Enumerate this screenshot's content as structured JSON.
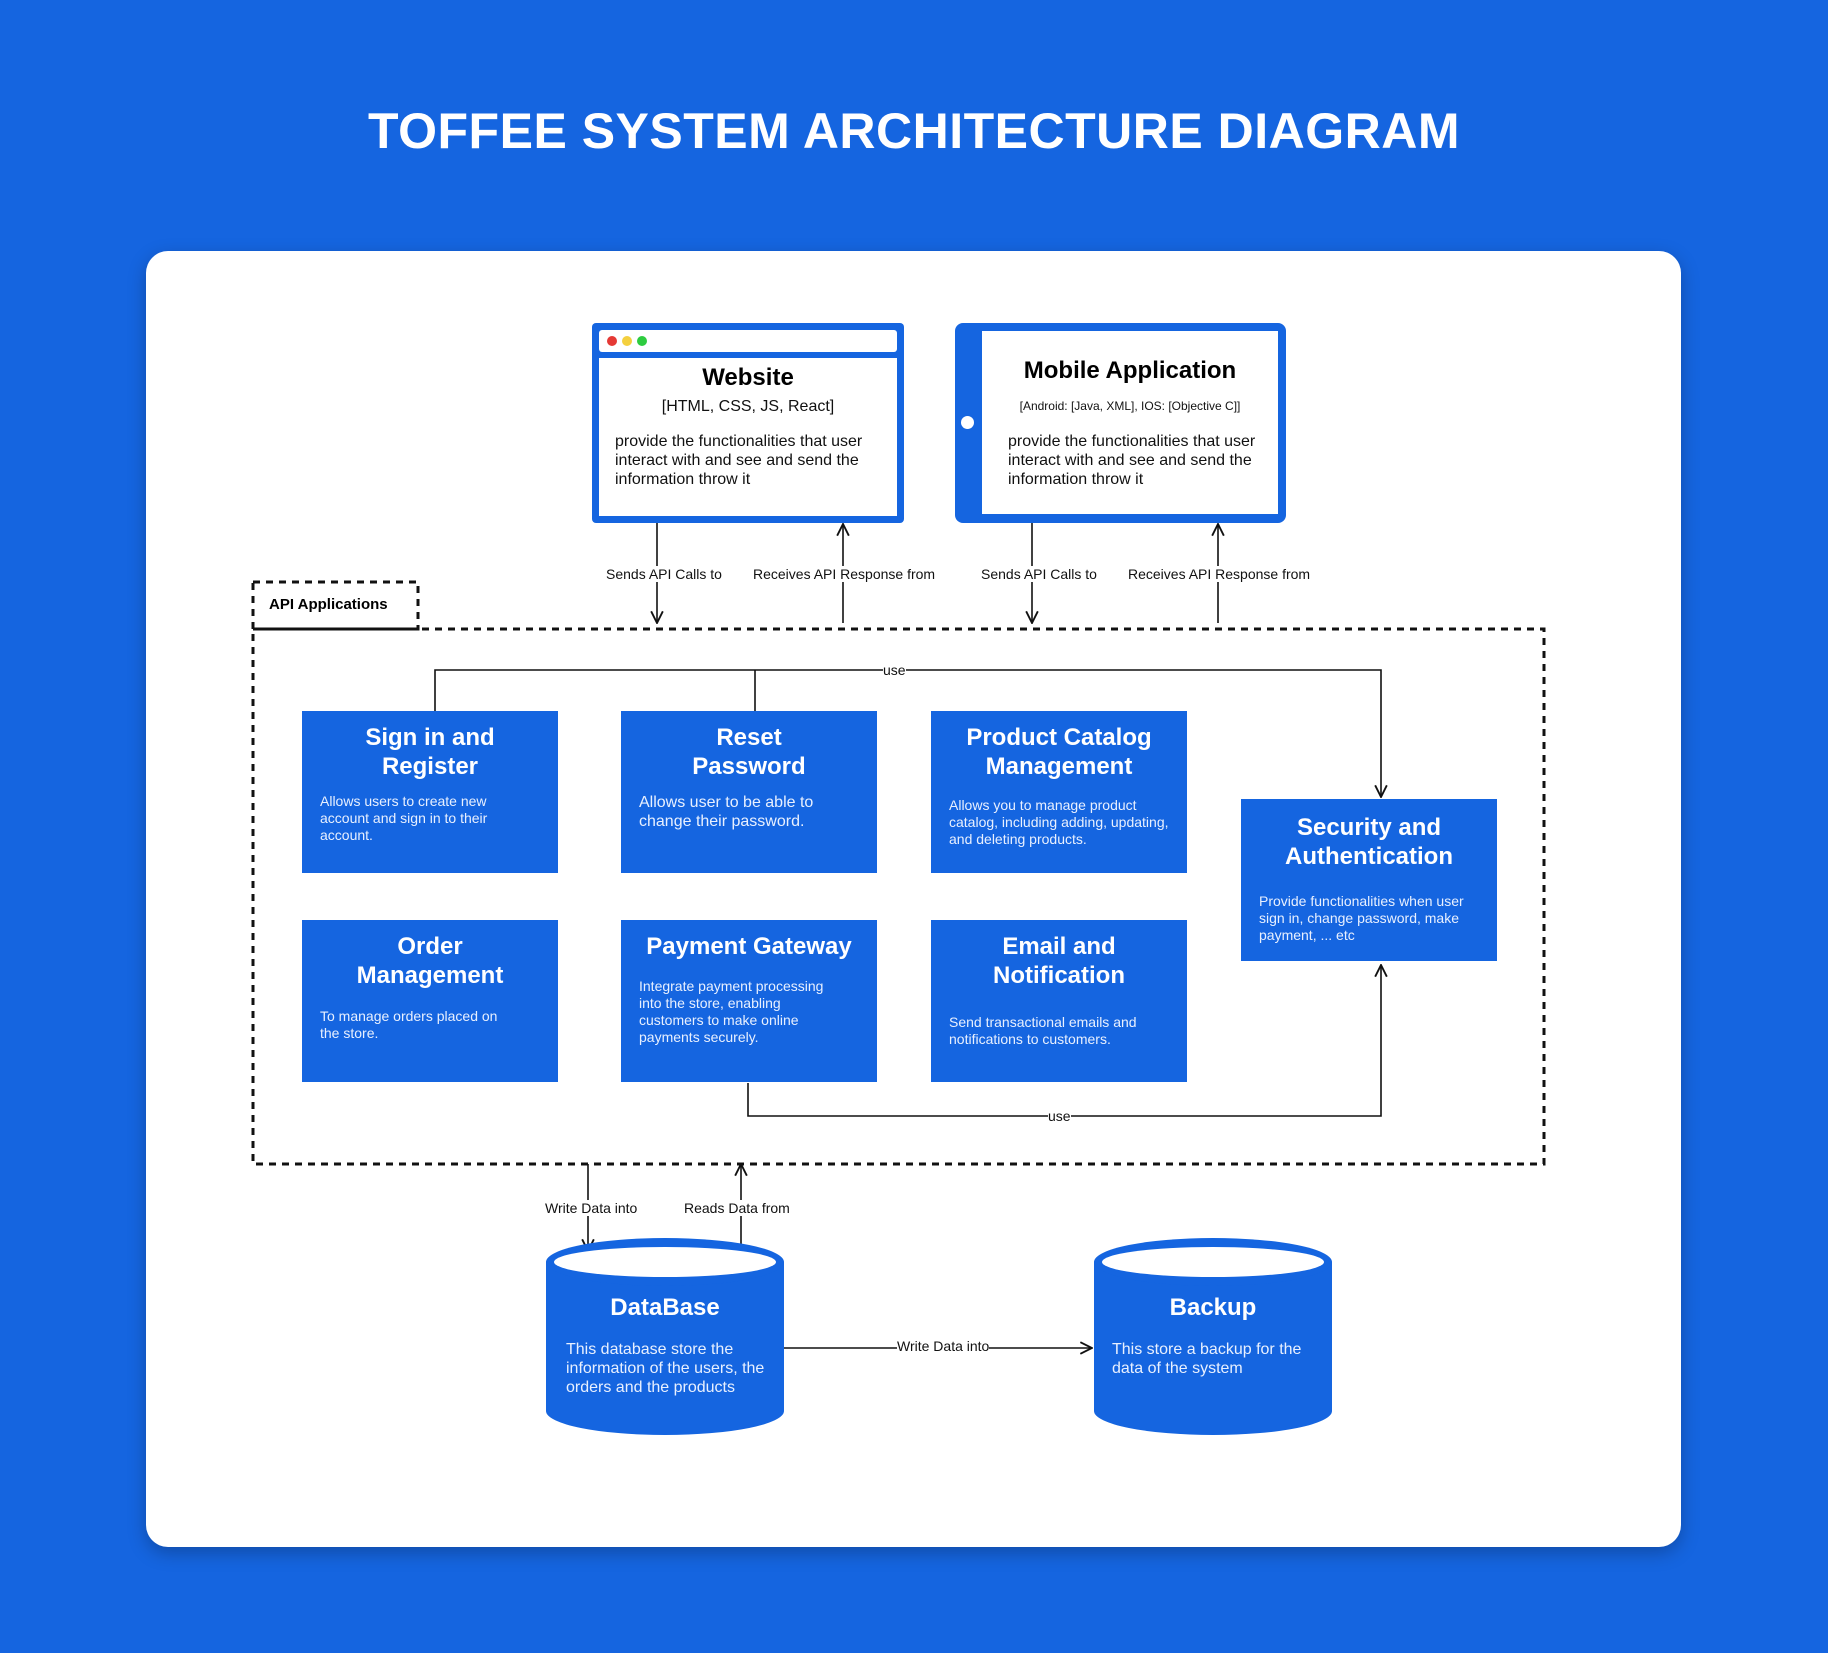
{
  "title": "TOFFEE SYSTEM ARCHITECTURE DIAGRAM",
  "colors": {
    "background": "#1565E0",
    "panel": "#ffffff",
    "box": "#1565E0",
    "text_dark": "#000000"
  },
  "website": {
    "title": "Website",
    "tech": "[HTML, CSS, JS, React]",
    "description": "provide the functionalities that user interact with and see and send the information throw it",
    "window_dots": [
      "#e53935",
      "#f4d03f",
      "#2ecc40"
    ]
  },
  "mobile": {
    "title": "Mobile Application",
    "tech": "[Android: [Java, XML], IOS: [Objective C]]",
    "description": "provide the functionalities that user interact with and see and send the information throw it"
  },
  "edges": {
    "web_send": "Sends API Calls to",
    "web_receive": "Receives API Response from",
    "mobile_send": "Sends API Calls to",
    "mobile_receive": "Receives API Response from",
    "use_top": "use",
    "use_bottom": "use",
    "write_db": "Write Data into",
    "read_db": "Reads Data from",
    "write_backup": "Write Data into"
  },
  "api_group": {
    "label": "API Applications"
  },
  "components": {
    "signin": {
      "title": "Sign in and Register",
      "description": "Allows users to create new account and sign in to their account."
    },
    "reset": {
      "title": "Reset Password",
      "description": "Allows user to be able to change their password."
    },
    "catalog": {
      "title": "Product Catalog Management",
      "description": "Allows you to manage product catalog, including adding, updating, and deleting products."
    },
    "security": {
      "title": "Security and Authentication",
      "description": "Provide functionalities when user sign in, change password, make payment, ... etc"
    },
    "orders": {
      "title": "Order Management",
      "description": "To manage orders placed on the store."
    },
    "payment": {
      "title": "Payment Gateway",
      "description": "Integrate payment processing into the store, enabling customers to make online payments securely."
    },
    "email": {
      "title": "Email and Notification",
      "description": "Send transactional emails and notifications to customers."
    }
  },
  "database": {
    "title": "DataBase",
    "description": "This database store the information of the users, the orders and the products"
  },
  "backup": {
    "title": "Backup",
    "description": "This store a backup for the data of the system"
  }
}
